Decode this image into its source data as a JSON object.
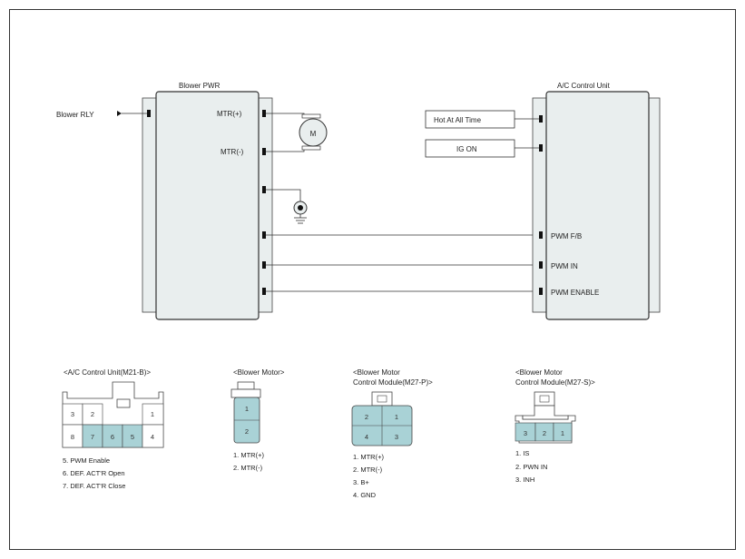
{
  "blower_pwr": {
    "title": "Blower PWR",
    "pin_mtr_plus": "MTR(+)",
    "pin_mtr_minus": "MTR(-)"
  },
  "blower_rly": "Blower RLY",
  "motor_symbol": "M",
  "ac_unit": {
    "title": "A/C Control Unit",
    "input_hot": "Hot At All Time",
    "input_ig": "IG ON",
    "pin_pwm_fb": "PWM F/B",
    "pin_pwm_in": "PWM IN",
    "pin_pwm_enable": "PWM ENABLE"
  },
  "connectors": {
    "ac_m21b": {
      "title": "<A/C Control Unit(M21-B)>",
      "pins_top": [
        "3",
        "2",
        "1"
      ],
      "pins_bottom": [
        "8",
        "7",
        "6",
        "5",
        "4"
      ],
      "legend": [
        "5. PWM Enable",
        "6. DEF. ACT'R Open",
        "7. DEF. ACT'R Close"
      ]
    },
    "blower_motor": {
      "title": "<Blower Motor>",
      "pins": [
        "1",
        "2"
      ],
      "legend": [
        "1. MTR(+)",
        "2. MTR(-)"
      ]
    },
    "m27p": {
      "title_line1": "<Blower Motor",
      "title_line2": "Control Module(M27-P)>",
      "pins_top": [
        "2",
        "1"
      ],
      "pins_bottom": [
        "4",
        "3"
      ],
      "legend": [
        "1. MTR(+)",
        "2. MTR(-)",
        "3. B+",
        "4. GND"
      ]
    },
    "m27s": {
      "title_line1": "<Blower Motor",
      "title_line2": "Control Module(M27-S)>",
      "pins": [
        "3",
        "2",
        "1"
      ],
      "legend": [
        "1. IS",
        "2. PWN IN",
        "3. INH"
      ]
    }
  },
  "colors": {
    "pin_fill": "#a9d2d6",
    "box_fill": "#e9eeee",
    "line": "#333333"
  }
}
